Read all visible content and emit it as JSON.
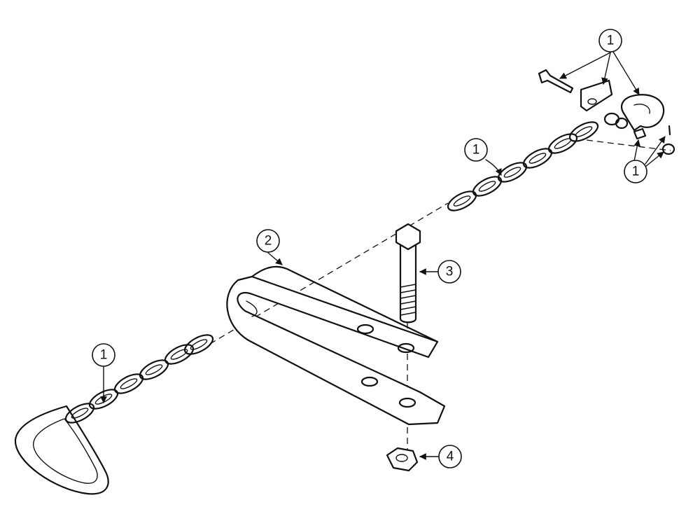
{
  "diagram": {
    "callouts": [
      {
        "id": "hook-parts",
        "label": "1"
      },
      {
        "id": "upper-chain",
        "label": "1"
      },
      {
        "id": "small-parts",
        "label": "1"
      },
      {
        "id": "strap",
        "label": "2"
      },
      {
        "id": "bolt",
        "label": "3"
      },
      {
        "id": "lower-chain",
        "label": "1"
      },
      {
        "id": "nut",
        "label": "4"
      }
    ]
  }
}
